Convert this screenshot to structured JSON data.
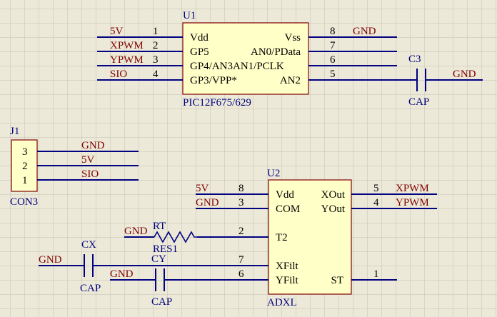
{
  "colors": {
    "background": "#ece9d8",
    "grid": "#c4c1b4",
    "wire": "#000080",
    "component_body": "#ffffc8",
    "component_border": "#800000",
    "reference_text": "#000080",
    "net_label_text": "#800000",
    "pin_text": "#000000",
    "resistor": "#000080"
  },
  "u1": {
    "ref": "U1",
    "value": "PIC12F675/629",
    "pins": {
      "vdd": {
        "num": "1",
        "name": "Vdd",
        "net": "5V"
      },
      "gp5": {
        "num": "2",
        "name": "GP5",
        "net": "XPWM"
      },
      "gp4": {
        "num": "3",
        "name": "GP4/AN3AN1/PCLK",
        "net": "YPWM"
      },
      "gp3": {
        "num": "4",
        "name": "GP3/VPP*",
        "net": "SIO"
      },
      "vss": {
        "num": "8",
        "name": "Vss",
        "net": "GND"
      },
      "an0": {
        "num": "7",
        "name": "AN0/PData"
      },
      "an1": {
        "num": "6"
      },
      "an2": {
        "num": "5",
        "name": "AN2"
      }
    }
  },
  "c3": {
    "ref": "C3",
    "value": "CAP",
    "net": "GND"
  },
  "j1": {
    "ref": "J1",
    "value": "CON3",
    "pins": [
      {
        "num": "3",
        "net": "GND"
      },
      {
        "num": "2",
        "net": "5V"
      },
      {
        "num": "1",
        "net": "SIO"
      }
    ]
  },
  "u2": {
    "ref": "U2",
    "value": "ADXL",
    "pins": {
      "vdd": {
        "num": "8",
        "name": "Vdd",
        "net": "5V"
      },
      "com": {
        "num": "3",
        "name": "COM",
        "net": "GND"
      },
      "t2": {
        "num": "2",
        "name": "T2"
      },
      "xfilt": {
        "num": "7",
        "name": "XFilt"
      },
      "yfilt": {
        "num": "6",
        "name": "YFilt"
      },
      "xout": {
        "num": "5",
        "name": "XOut",
        "net": "XPWM"
      },
      "yout": {
        "num": "4",
        "name": "YOut",
        "net": "YPWM"
      },
      "st": {
        "num": "1",
        "name": "ST"
      }
    }
  },
  "rt": {
    "ref": "RT",
    "value": "RES1",
    "net": "GND"
  },
  "cx": {
    "ref": "CX",
    "value": "CAP",
    "net": "GND"
  },
  "cy": {
    "ref": "CY",
    "value": "CAP",
    "net": "GND"
  }
}
